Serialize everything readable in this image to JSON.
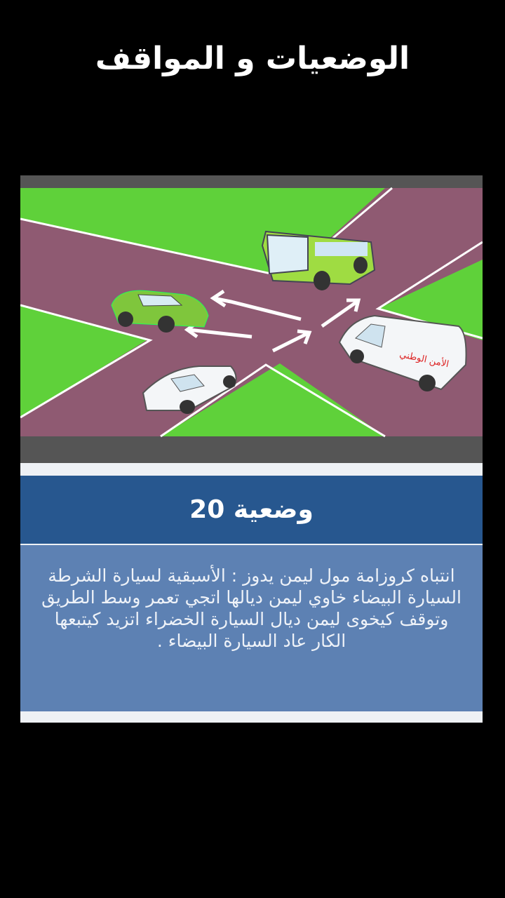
{
  "page": {
    "title": "الوضعيات و المواقف"
  },
  "scene": {
    "van_label": "الأمن الوطني"
  },
  "situation": {
    "title": "وضعية 20",
    "text": "انتباه كروزامة مول ليمن يدوز : الأسبقية لسيارة الشرطة   السيارة البيضاء خاوي ليمن ديالها اتجي تعمر وسط الطريق وتوقف كيخوى ليمن ديال السيارة الخضراء اتزيد كيتبعها الكار عاد السيارة البيضاء ."
  },
  "colors": {
    "background": "#000000",
    "road": "#8f5a72",
    "grass": "#5fd13a",
    "header_band": "#27578f",
    "body_band": "#5d81b3"
  }
}
